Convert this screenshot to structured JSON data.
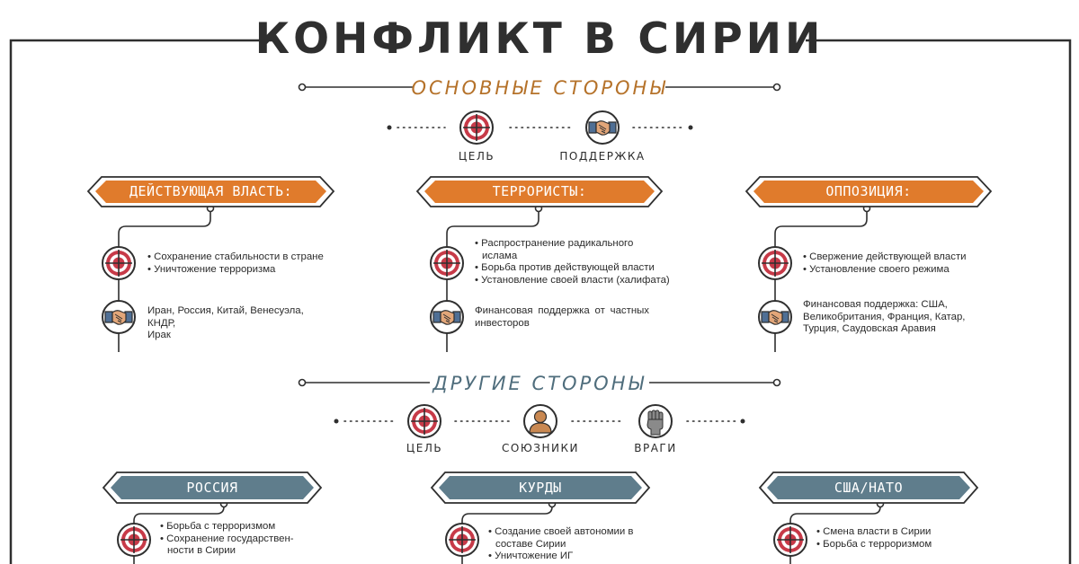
{
  "title": "КОНФЛИКТ В СИРИИ",
  "main_sides": {
    "title": "ОСНОВНЫЕ СТОРОНЫ",
    "legend": [
      {
        "label": "ЦЕЛЬ",
        "icon": "target-icon"
      },
      {
        "label": "ПОДДЕРЖКА",
        "icon": "handshake-icon"
      }
    ],
    "parties": [
      {
        "name": "ДЕЙСТВУЮЩАЯ ВЛАСТЬ:",
        "goals": [
          "Сохранение стабильности в стране",
          "Уничтожение терроризма"
        ],
        "support": [
          "Иран, Россия, Китай, Венесуэла, КНДР,",
          "Ирак"
        ]
      },
      {
        "name": "ТЕРРОРИСТЫ:",
        "goals": [
          "Распространение радикального",
          "ислама",
          "Борьба против действующей власти",
          "Установление своей власти (халифата)"
        ],
        "support": [
          "Финансовая поддержка от частных",
          "инвесторов"
        ]
      },
      {
        "name": "ОППОЗИЦИЯ:",
        "goals": [
          "Свержение действующей власти",
          "Установление своего режима"
        ],
        "support": [
          "Финансовая поддержка: США,",
          "Великобритания, Франция, Катар,",
          "Турция, Саудовская Аравия"
        ]
      }
    ]
  },
  "other_sides": {
    "title": "ДРУГИЕ СТОРОНЫ",
    "legend": [
      {
        "label": "ЦЕЛЬ",
        "icon": "target-icon"
      },
      {
        "label": "СОЮЗНИКИ",
        "icon": "person-icon"
      },
      {
        "label": "ВРАГИ",
        "icon": "fist-icon"
      }
    ],
    "parties": [
      {
        "name": "РОССИЯ",
        "goals": [
          "Борьба с терроризмом",
          "Сохранение государствен-",
          "ности в Сирии"
        ]
      },
      {
        "name": "КУРДЫ",
        "goals": [
          "Создание своей автономии в",
          "составе Сирии",
          "Уничтожение ИГ"
        ]
      },
      {
        "name": "США/НАТО",
        "goals": [
          "Смена власти в Сирии",
          "Борьба с терроризмом"
        ]
      }
    ]
  },
  "colors": {
    "orange": "#e07b2c",
    "blue_gray": "#5f7d8c",
    "red": "#b52b3a",
    "dark": "#2f2f2f",
    "gold_text": "#b5722a",
    "slate_text": "#4f6d7c"
  }
}
